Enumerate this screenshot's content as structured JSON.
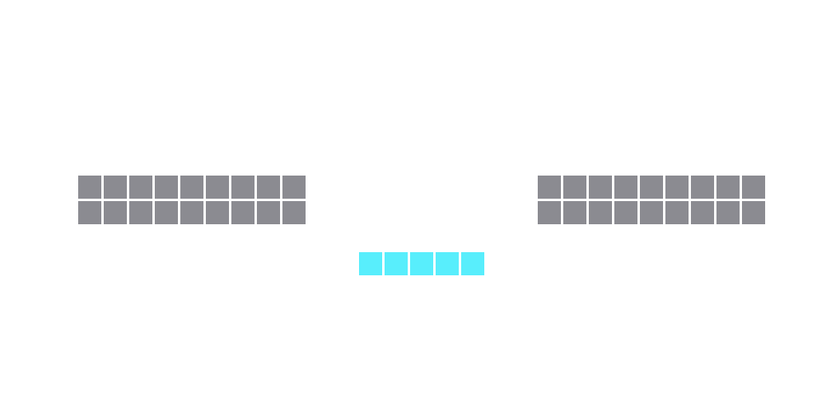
{
  "colors": {
    "background": "#ffffff",
    "wall_blocks": "#8b8b91",
    "player_bar": "#58eefc"
  },
  "left_wall": {
    "rows": 2,
    "cols": 9
  },
  "right_wall": {
    "rows": 2,
    "cols": 9
  },
  "player_bar": {
    "rows": 1,
    "cols": 5
  }
}
